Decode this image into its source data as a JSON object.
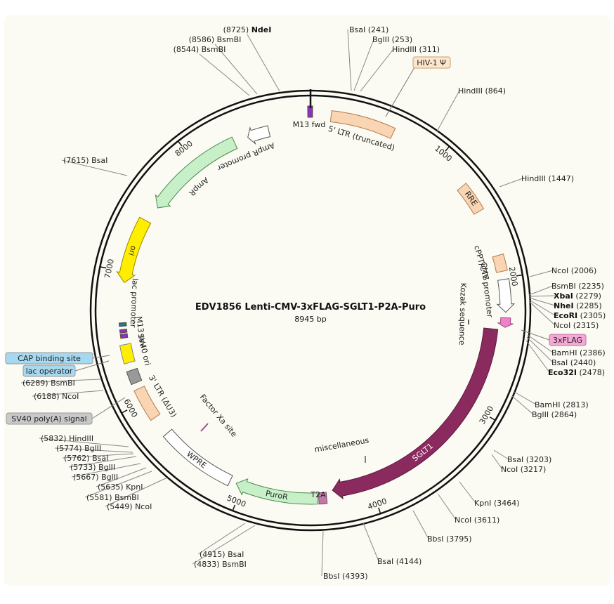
{
  "plasmid": {
    "name": "EDV1856 Lenti-CMV-3xFLAG-SGLT1-P2A-Puro",
    "size_label": "8945 bp",
    "length": 8945
  },
  "colors": {
    "background": "#fbfbf3",
    "ring": "#111111",
    "ltr": "#f9d5b3",
    "ampr": "#c8f0c8",
    "ori": "#ffee00",
    "sglt1": "#8b2a5f",
    "flag": "#ee82c8",
    "m13": "#8b2fc9",
    "lac": "#8b2fc9",
    "cap": "#2e7a7a",
    "sv40ori": "#ffee00",
    "sv40polya": "#999999",
    "puro": "#c8f0c8",
    "t2a": "#c07aa8",
    "wpre": "#ffffff",
    "label_hiv": "#fde6cc",
    "label_cap": "#a6d8f0",
    "label_sv40": "#c9c9c9",
    "label_flag": "#f5a8d6"
  },
  "ticks": [
    {
      "pos": 1000,
      "label": "1000"
    },
    {
      "pos": 2000,
      "label": "2000"
    },
    {
      "pos": 3000,
      "label": "3000"
    },
    {
      "pos": 4000,
      "label": "4000"
    },
    {
      "pos": 5000,
      "label": "5000"
    },
    {
      "pos": 6000,
      "label": "6000"
    },
    {
      "pos": 7000,
      "label": "7000"
    },
    {
      "pos": 8000,
      "label": "8000"
    }
  ],
  "sites": [
    {
      "enzyme": "NdeI",
      "pos": "(8725)",
      "bold": true
    },
    {
      "enzyme": "BsmBI",
      "pos": "(8586)"
    },
    {
      "enzyme": "BsmBI",
      "pos": "(8544)"
    },
    {
      "enzyme": "BsaI",
      "pos": "(241)"
    },
    {
      "enzyme": "BglII",
      "pos": "(253)"
    },
    {
      "enzyme": "HindIII",
      "pos": "(311)"
    },
    {
      "enzyme": "HindIII",
      "pos": "(864)"
    },
    {
      "enzyme": "HindIII",
      "pos": "(1447)"
    },
    {
      "enzyme": "NcoI",
      "pos": "(2006)"
    },
    {
      "enzyme": "BsmBI",
      "pos": "(2235)"
    },
    {
      "enzyme": "XbaI",
      "pos": "(2279)",
      "bold": true
    },
    {
      "enzyme": "NheI",
      "pos": "(2285)",
      "bold": true
    },
    {
      "enzyme": "EcoRI",
      "pos": "(2305)",
      "bold": true
    },
    {
      "enzyme": "NcoI",
      "pos": "(2315)"
    },
    {
      "enzyme": "BamHI",
      "pos": "(2386)"
    },
    {
      "enzyme": "BsaI",
      "pos": "(2440)"
    },
    {
      "enzyme": "Eco32I",
      "pos": "(2478)",
      "bold": true
    },
    {
      "enzyme": "BamHI",
      "pos": "(2813)"
    },
    {
      "enzyme": "BglII",
      "pos": "(2864)"
    },
    {
      "enzyme": "BsaI",
      "pos": "(3203)"
    },
    {
      "enzyme": "NcoI",
      "pos": "(3217)"
    },
    {
      "enzyme": "KpnI",
      "pos": "(3464)"
    },
    {
      "enzyme": "NcoI",
      "pos": "(3611)"
    },
    {
      "enzyme": "BbsI",
      "pos": "(3795)"
    },
    {
      "enzyme": "BsaI",
      "pos": "(4144)"
    },
    {
      "enzyme": "BbsI",
      "pos": "(4393)"
    },
    {
      "enzyme": "BsaI",
      "pos": "(4915)"
    },
    {
      "enzyme": "BsmBI",
      "pos": "(4833)"
    },
    {
      "enzyme": "NcoI",
      "pos": "(5449)"
    },
    {
      "enzyme": "BsmBI",
      "pos": "(5581)"
    },
    {
      "enzyme": "KpnI",
      "pos": "(5635)"
    },
    {
      "enzyme": "BglII",
      "pos": "(5667)"
    },
    {
      "enzyme": "BglII",
      "pos": "(5733)"
    },
    {
      "enzyme": "BsaI",
      "pos": "(5762)"
    },
    {
      "enzyme": "BglII",
      "pos": "(5774)"
    },
    {
      "enzyme": "HindIII",
      "pos": "(5832)"
    },
    {
      "enzyme": "NcoI",
      "pos": "(6188)"
    },
    {
      "enzyme": "BsmBI",
      "pos": "(6289)"
    },
    {
      "enzyme": "BsaI",
      "pos": "(7615)"
    }
  ],
  "features": {
    "m13fwd": "M13 fwd",
    "ltr5": "5' LTR (truncated)",
    "hiv": "HIV-1 Ψ",
    "rre": "RRE",
    "cppt": "cPPT/CTS",
    "cmv": "CMV promoter",
    "kozak": "Kozak sequence",
    "flag": "3xFLAG",
    "sglt1": "SGLT1",
    "misc": "miscellaneous",
    "t2a": "T2A",
    "puror": "PuroR",
    "wpre": "WPRE",
    "ltr3": "3' LTR (ΔU3)",
    "factorxa": "Factor Xa site",
    "sv40polya": "SV40 poly(A) signal",
    "sv40ori": "SV40 ori",
    "m13rev": "M13 rev",
    "lacop": "lac operator",
    "cap": "CAP binding site",
    "lacprom": "lac promoter",
    "ori": "ori",
    "ampr": "AmpR",
    "amprprom": "AmpR promoter"
  }
}
